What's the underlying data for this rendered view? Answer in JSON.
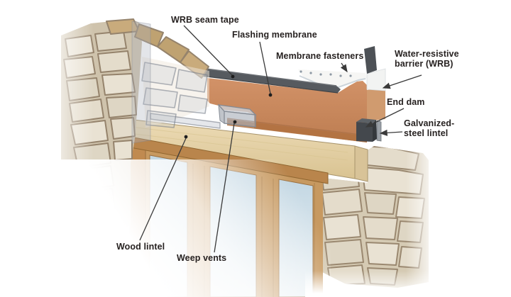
{
  "diagram": {
    "labels": {
      "wrb_seam_tape": "WRB seam tape",
      "flashing_membrane": "Flashing membrane",
      "membrane_fasteners": "Membrane fasteners",
      "water_resistive_barrier": "Water-resistive barrier (WRB)",
      "end_dam": "End dam",
      "galvanized_steel_lintel": "Galvanized-steel lintel",
      "wood_lintel": "Wood lintel",
      "weep_vents": "Weep vents"
    },
    "colors": {
      "flashing_membrane": "#c98a5f",
      "seam_tape": "#565a5f",
      "end_dam": "#44484d",
      "stone": "#e6dfd0",
      "mortar": "#cfc3ac",
      "wood_beam": "#e7d6af",
      "window_frame": "#be8a50",
      "glass": "#c3d7e3",
      "wrb": "#f6f6f4",
      "label_text": "#272221"
    }
  }
}
